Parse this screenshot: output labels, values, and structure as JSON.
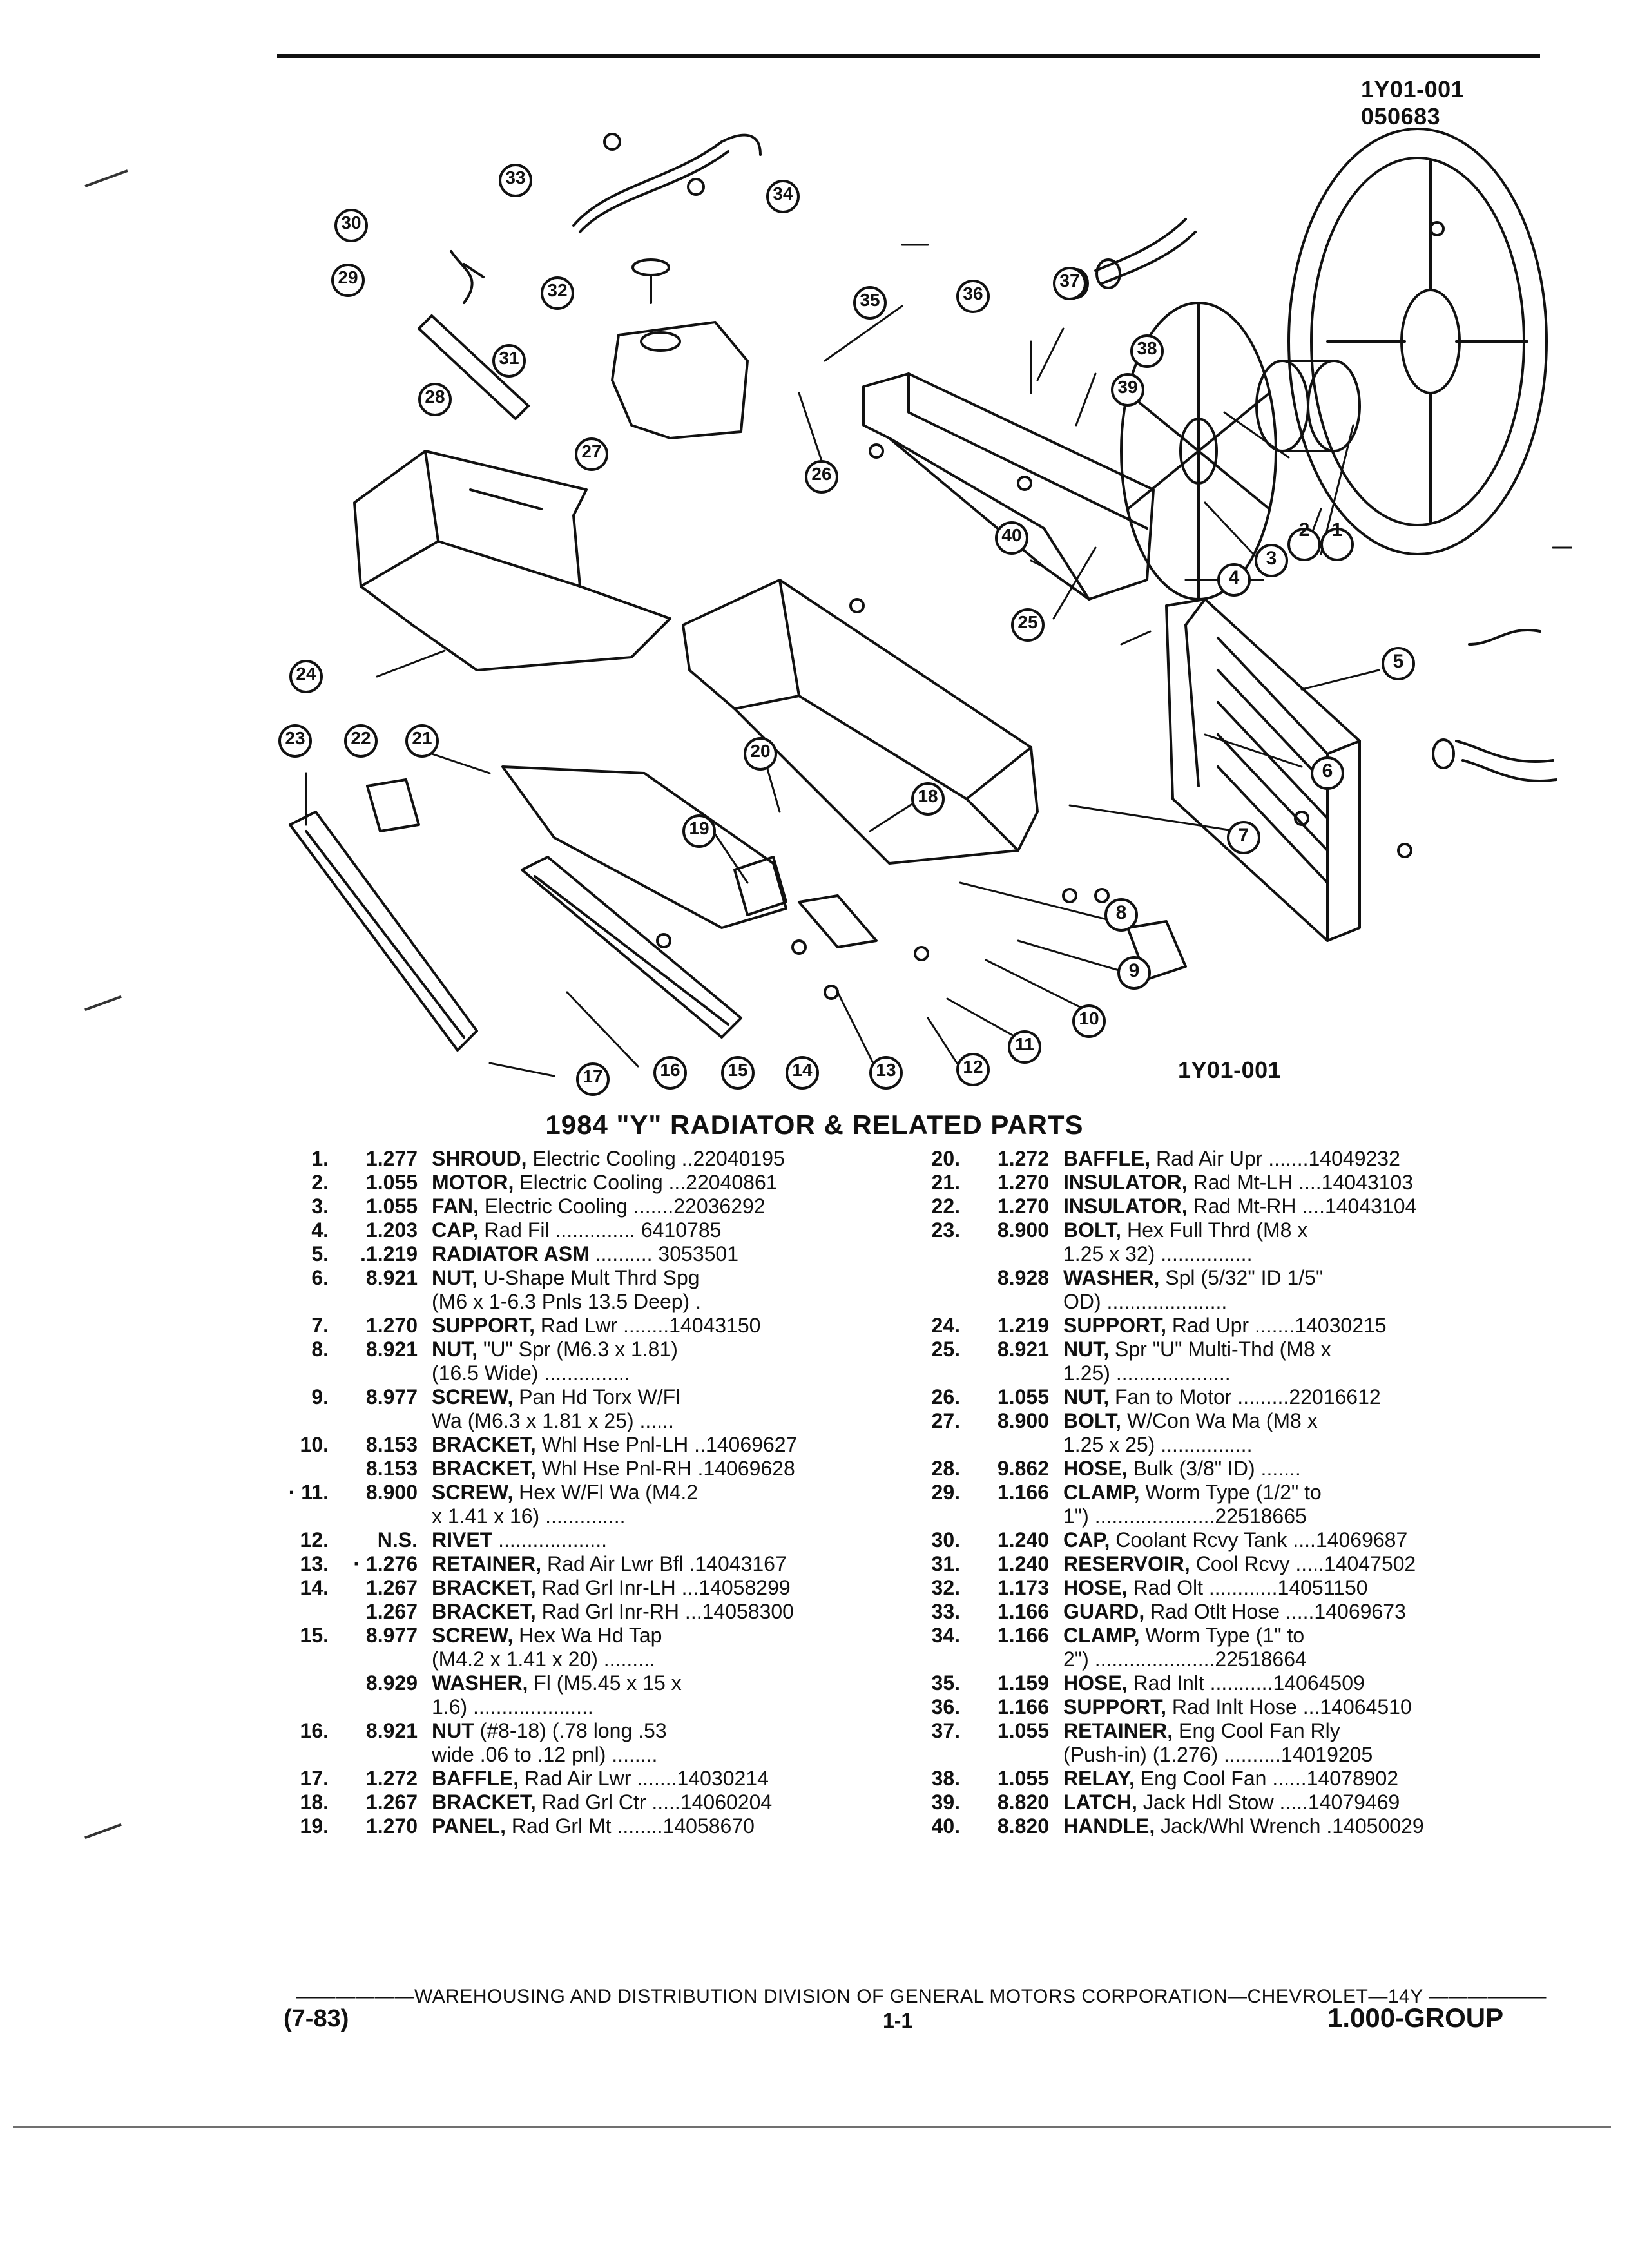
{
  "header": {
    "code_top": "1Y01-001",
    "code_date": "050683",
    "code_bottom": "1Y01-001"
  },
  "title": "1984 \"Y\" RADIATOR & RELATED PARTS",
  "callouts": [
    "1",
    "2",
    "3",
    "4",
    "5",
    "6",
    "7",
    "8",
    "9",
    "10",
    "11",
    "12",
    "13",
    "14",
    "15",
    "16",
    "17",
    "18",
    "19",
    "20",
    "21",
    "22",
    "23",
    "24",
    "25",
    "26",
    "27",
    "28",
    "29",
    "30",
    "31",
    "32",
    "33",
    "34",
    "35",
    "36",
    "37",
    "38",
    "39",
    "40"
  ],
  "parts_left": [
    {
      "num": "1.",
      "group": "1.277",
      "name": "SHROUD,",
      "desc": " Electric Cooling ..22040195"
    },
    {
      "num": "2.",
      "group": "1.055",
      "name": "MOTOR,",
      "desc": " Electric Cooling ...22040861"
    },
    {
      "num": "3.",
      "group": "1.055",
      "name": "FAN,",
      "desc": " Electric Cooling .......22036292"
    },
    {
      "num": "4.",
      "group": "1.203",
      "name": "CAP,",
      "desc": " Rad Fil .............. 6410785"
    },
    {
      "num": "5.",
      "group": ".1.219",
      "name": "RADIATOR ASM",
      "desc": " .......... 3053501"
    },
    {
      "num": "6.",
      "group": "8.921",
      "name": "NUT,",
      "desc": " U-Shape Mult Thrd Spg"
    },
    {
      "num": "",
      "group": "",
      "name": "",
      "desc": "(M6 x 1-6.3 Pnls 13.5 Deep) ."
    },
    {
      "num": "7.",
      "group": "1.270",
      "name": "SUPPORT,",
      "desc": " Rad Lwr ........14043150"
    },
    {
      "num": "8.",
      "group": "8.921",
      "name": "NUT,",
      "desc": " \"U\" Spr (M6.3 x 1.81)"
    },
    {
      "num": "",
      "group": "",
      "name": "",
      "desc": "(16.5 Wide) ..............."
    },
    {
      "num": "9.",
      "group": "8.977",
      "name": "SCREW,",
      "desc": " Pan Hd Torx W/Fl"
    },
    {
      "num": "",
      "group": "",
      "name": "",
      "desc": "Wa (M6.3 x 1.81 x 25) ......"
    },
    {
      "num": "10.",
      "group": "8.153",
      "name": "BRACKET,",
      "desc": " Whl Hse Pnl-LH ..14069627"
    },
    {
      "num": "",
      "group": "8.153",
      "name": "BRACKET,",
      "desc": " Whl Hse Pnl-RH .14069628"
    },
    {
      "num": "· 11.",
      "group": "8.900",
      "name": "SCREW,",
      "desc": " Hex W/Fl Wa (M4.2"
    },
    {
      "num": "",
      "group": "",
      "name": "",
      "desc": "x 1.41 x 16) .............."
    },
    {
      "num": "12.",
      "group": "N.S.",
      "name": "RIVET",
      "desc": " ..................."
    },
    {
      "num": "13.",
      "group": "· 1.276",
      "name": "RETAINER,",
      "desc": " Rad Air Lwr Bfl .14043167"
    },
    {
      "num": "14.",
      "group": "1.267",
      "name": "BRACKET,",
      "desc": " Rad Grl Inr-LH ...14058299"
    },
    {
      "num": "",
      "group": "1.267",
      "name": "BRACKET,",
      "desc": " Rad Grl Inr-RH ...14058300"
    },
    {
      "num": "15.",
      "group": "8.977",
      "name": "SCREW,",
      "desc": " Hex Wa Hd Tap"
    },
    {
      "num": "",
      "group": "",
      "name": "",
      "desc": "(M4.2 x 1.41 x 20) ........."
    },
    {
      "num": "",
      "group": "8.929",
      "name": "WASHER,",
      "desc": " Fl (M5.45 x 15 x"
    },
    {
      "num": "",
      "group": "",
      "name": "",
      "desc": "1.6) ....................."
    },
    {
      "num": "16.",
      "group": "8.921",
      "name": "NUT",
      "desc": " (#8-18) (.78 long .53"
    },
    {
      "num": "",
      "group": "",
      "name": "",
      "desc": "wide .06 to .12 pnl) ........"
    },
    {
      "num": "17.",
      "group": "1.272",
      "name": "BAFFLE,",
      "desc": " Rad Air Lwr .......14030214"
    },
    {
      "num": "18.",
      "group": "1.267",
      "name": "BRACKET,",
      "desc": " Rad Grl Ctr .....14060204"
    },
    {
      "num": "19.",
      "group": "1.270",
      "name": "PANEL,",
      "desc": " Rad Grl Mt ........14058670"
    }
  ],
  "parts_right": [
    {
      "num": "20.",
      "group": "1.272",
      "name": "BAFFLE,",
      "desc": " Rad Air Upr .......14049232"
    },
    {
      "num": "21.",
      "group": "1.270",
      "name": "INSULATOR,",
      "desc": " Rad Mt-LH ....14043103"
    },
    {
      "num": "22.",
      "group": "1.270",
      "name": "INSULATOR,",
      "desc": " Rad Mt-RH ....14043104"
    },
    {
      "num": "23.",
      "group": "8.900",
      "name": "BOLT,",
      "desc": " Hex Full Thrd (M8 x"
    },
    {
      "num": "",
      "group": "",
      "name": "",
      "desc": "1.25 x 32) ................"
    },
    {
      "num": "",
      "group": "8.928",
      "name": "WASHER,",
      "desc": " Spl (5/32\" ID 1/5\""
    },
    {
      "num": "",
      "group": "",
      "name": "",
      "desc": "OD) ....................."
    },
    {
      "num": "24.",
      "group": "1.219",
      "name": "SUPPORT,",
      "desc": " Rad Upr .......14030215"
    },
    {
      "num": "25.",
      "group": "8.921",
      "name": "NUT,",
      "desc": " Spr \"U\" Multi-Thd (M8 x"
    },
    {
      "num": "",
      "group": "",
      "name": "",
      "desc": "1.25) ...................."
    },
    {
      "num": "26.",
      "group": "1.055",
      "name": "NUT,",
      "desc": " Fan to Motor .........22016612"
    },
    {
      "num": "27.",
      "group": "8.900",
      "name": "BOLT,",
      "desc": " W/Con Wa Ma (M8 x"
    },
    {
      "num": "",
      "group": "",
      "name": "",
      "desc": "1.25 x 25) ................"
    },
    {
      "num": "28.",
      "group": "9.862",
      "name": "HOSE,",
      "desc": " Bulk (3/8\" ID) ......."
    },
    {
      "num": "29.",
      "group": "1.166",
      "name": "CLAMP,",
      "desc": " Worm Type (1/2\" to"
    },
    {
      "num": "",
      "group": "",
      "name": "",
      "desc": "1\") .....................22518665"
    },
    {
      "num": "30.",
      "group": "1.240",
      "name": "CAP,",
      "desc": " Coolant Rcvy Tank ....14069687"
    },
    {
      "num": "31.",
      "group": "1.240",
      "name": "RESERVOIR,",
      "desc": " Cool Rcvy .....14047502"
    },
    {
      "num": "32.",
      "group": "1.173",
      "name": "HOSE,",
      "desc": " Rad Olt ............14051150"
    },
    {
      "num": "33.",
      "group": "1.166",
      "name": "GUARD,",
      "desc": " Rad Otlt Hose .....14069673"
    },
    {
      "num": "34.",
      "group": "1.166",
      "name": "CLAMP,",
      "desc": " Worm Type (1\" to"
    },
    {
      "num": "",
      "group": "",
      "name": "",
      "desc": "2\") .....................22518664"
    },
    {
      "num": "35.",
      "group": "1.159",
      "name": "HOSE,",
      "desc": " Rad Inlt ...........14064509"
    },
    {
      "num": "36.",
      "group": "1.166",
      "name": "SUPPORT,",
      "desc": " Rad Inlt Hose ...14064510"
    },
    {
      "num": "37.",
      "group": "1.055",
      "name": "RETAINER,",
      "desc": " Eng Cool Fan Rly"
    },
    {
      "num": "",
      "group": "",
      "name": "",
      "desc": "(Push-in) (1.276) ..........14019205"
    },
    {
      "num": "38.",
      "group": "1.055",
      "name": "RELAY,",
      "desc": " Eng Cool Fan ......14078902"
    },
    {
      "num": "39.",
      "group": "8.820",
      "name": "LATCH,",
      "desc": " Jack Hdl Stow .....14079469"
    },
    {
      "num": "40.",
      "group": "8.820",
      "name": "HANDLE,",
      "desc": " Jack/Whl Wrench .14050029"
    }
  ],
  "footer": {
    "line": "——————WAREHOUSING AND DISTRIBUTION DIVISION OF GENERAL MOTORS CORPORATION—CHEVROLET—14Y ——————",
    "left": "(7-83)",
    "center": "1-1",
    "right": "1.000-GROUP"
  }
}
